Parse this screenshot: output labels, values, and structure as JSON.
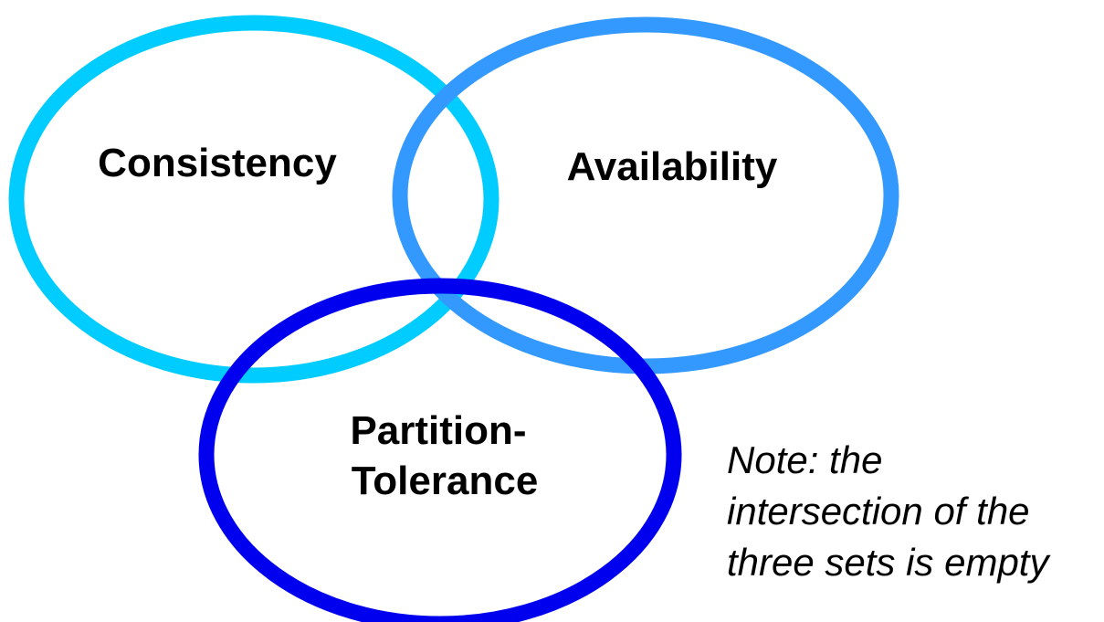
{
  "diagram": {
    "type": "venn",
    "sets": [
      {
        "id": "consistency",
        "label_lines": [
          "Consistency"
        ],
        "color": "#00CCFF"
      },
      {
        "id": "availability",
        "label_lines": [
          "Availability"
        ],
        "color": "#3399FF"
      },
      {
        "id": "partition-tolerance",
        "label_lines": [
          "Partition-",
          "Tolerance"
        ],
        "color": "#0000EE"
      }
    ],
    "note_lines": [
      "Note: the",
      "intersection of the",
      "three sets is empty"
    ]
  }
}
